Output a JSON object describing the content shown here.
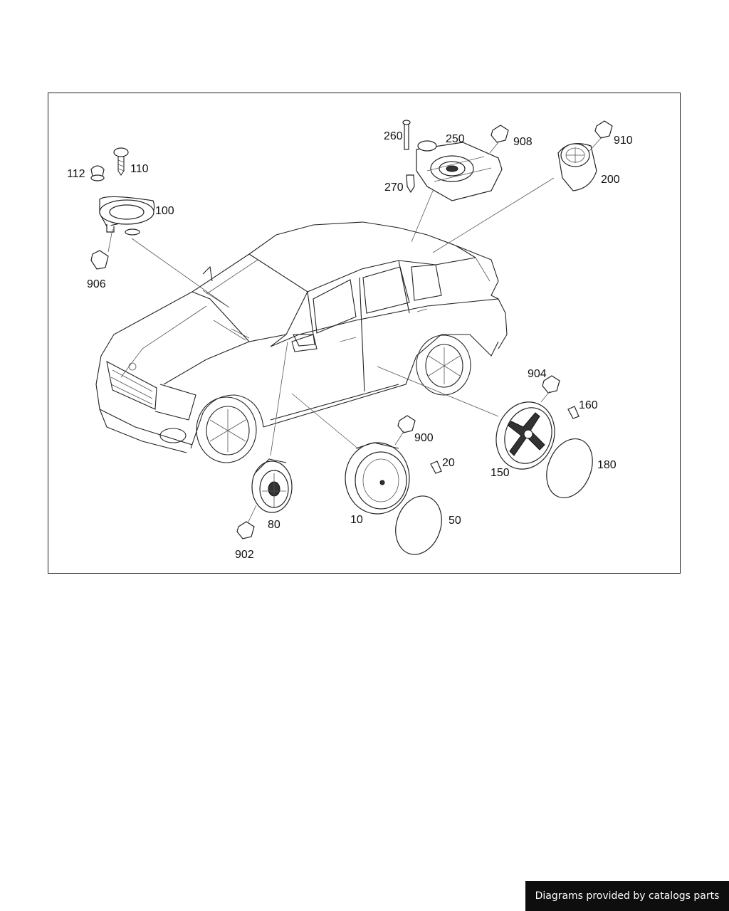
{
  "callouts": {
    "c260": "260",
    "c250": "250",
    "c908": "908",
    "c910": "910",
    "c270": "270",
    "c200": "200",
    "c112": "112",
    "c110": "110",
    "c100": "100",
    "c906": "906",
    "c904": "904",
    "c160": "160",
    "c900": "900",
    "c20": "20",
    "c150": "150",
    "c180": "180",
    "c10": "10",
    "c50": "50",
    "c80": "80",
    "c902": "902"
  },
  "footer": {
    "text": "Diagrams provided by catalogs parts"
  }
}
